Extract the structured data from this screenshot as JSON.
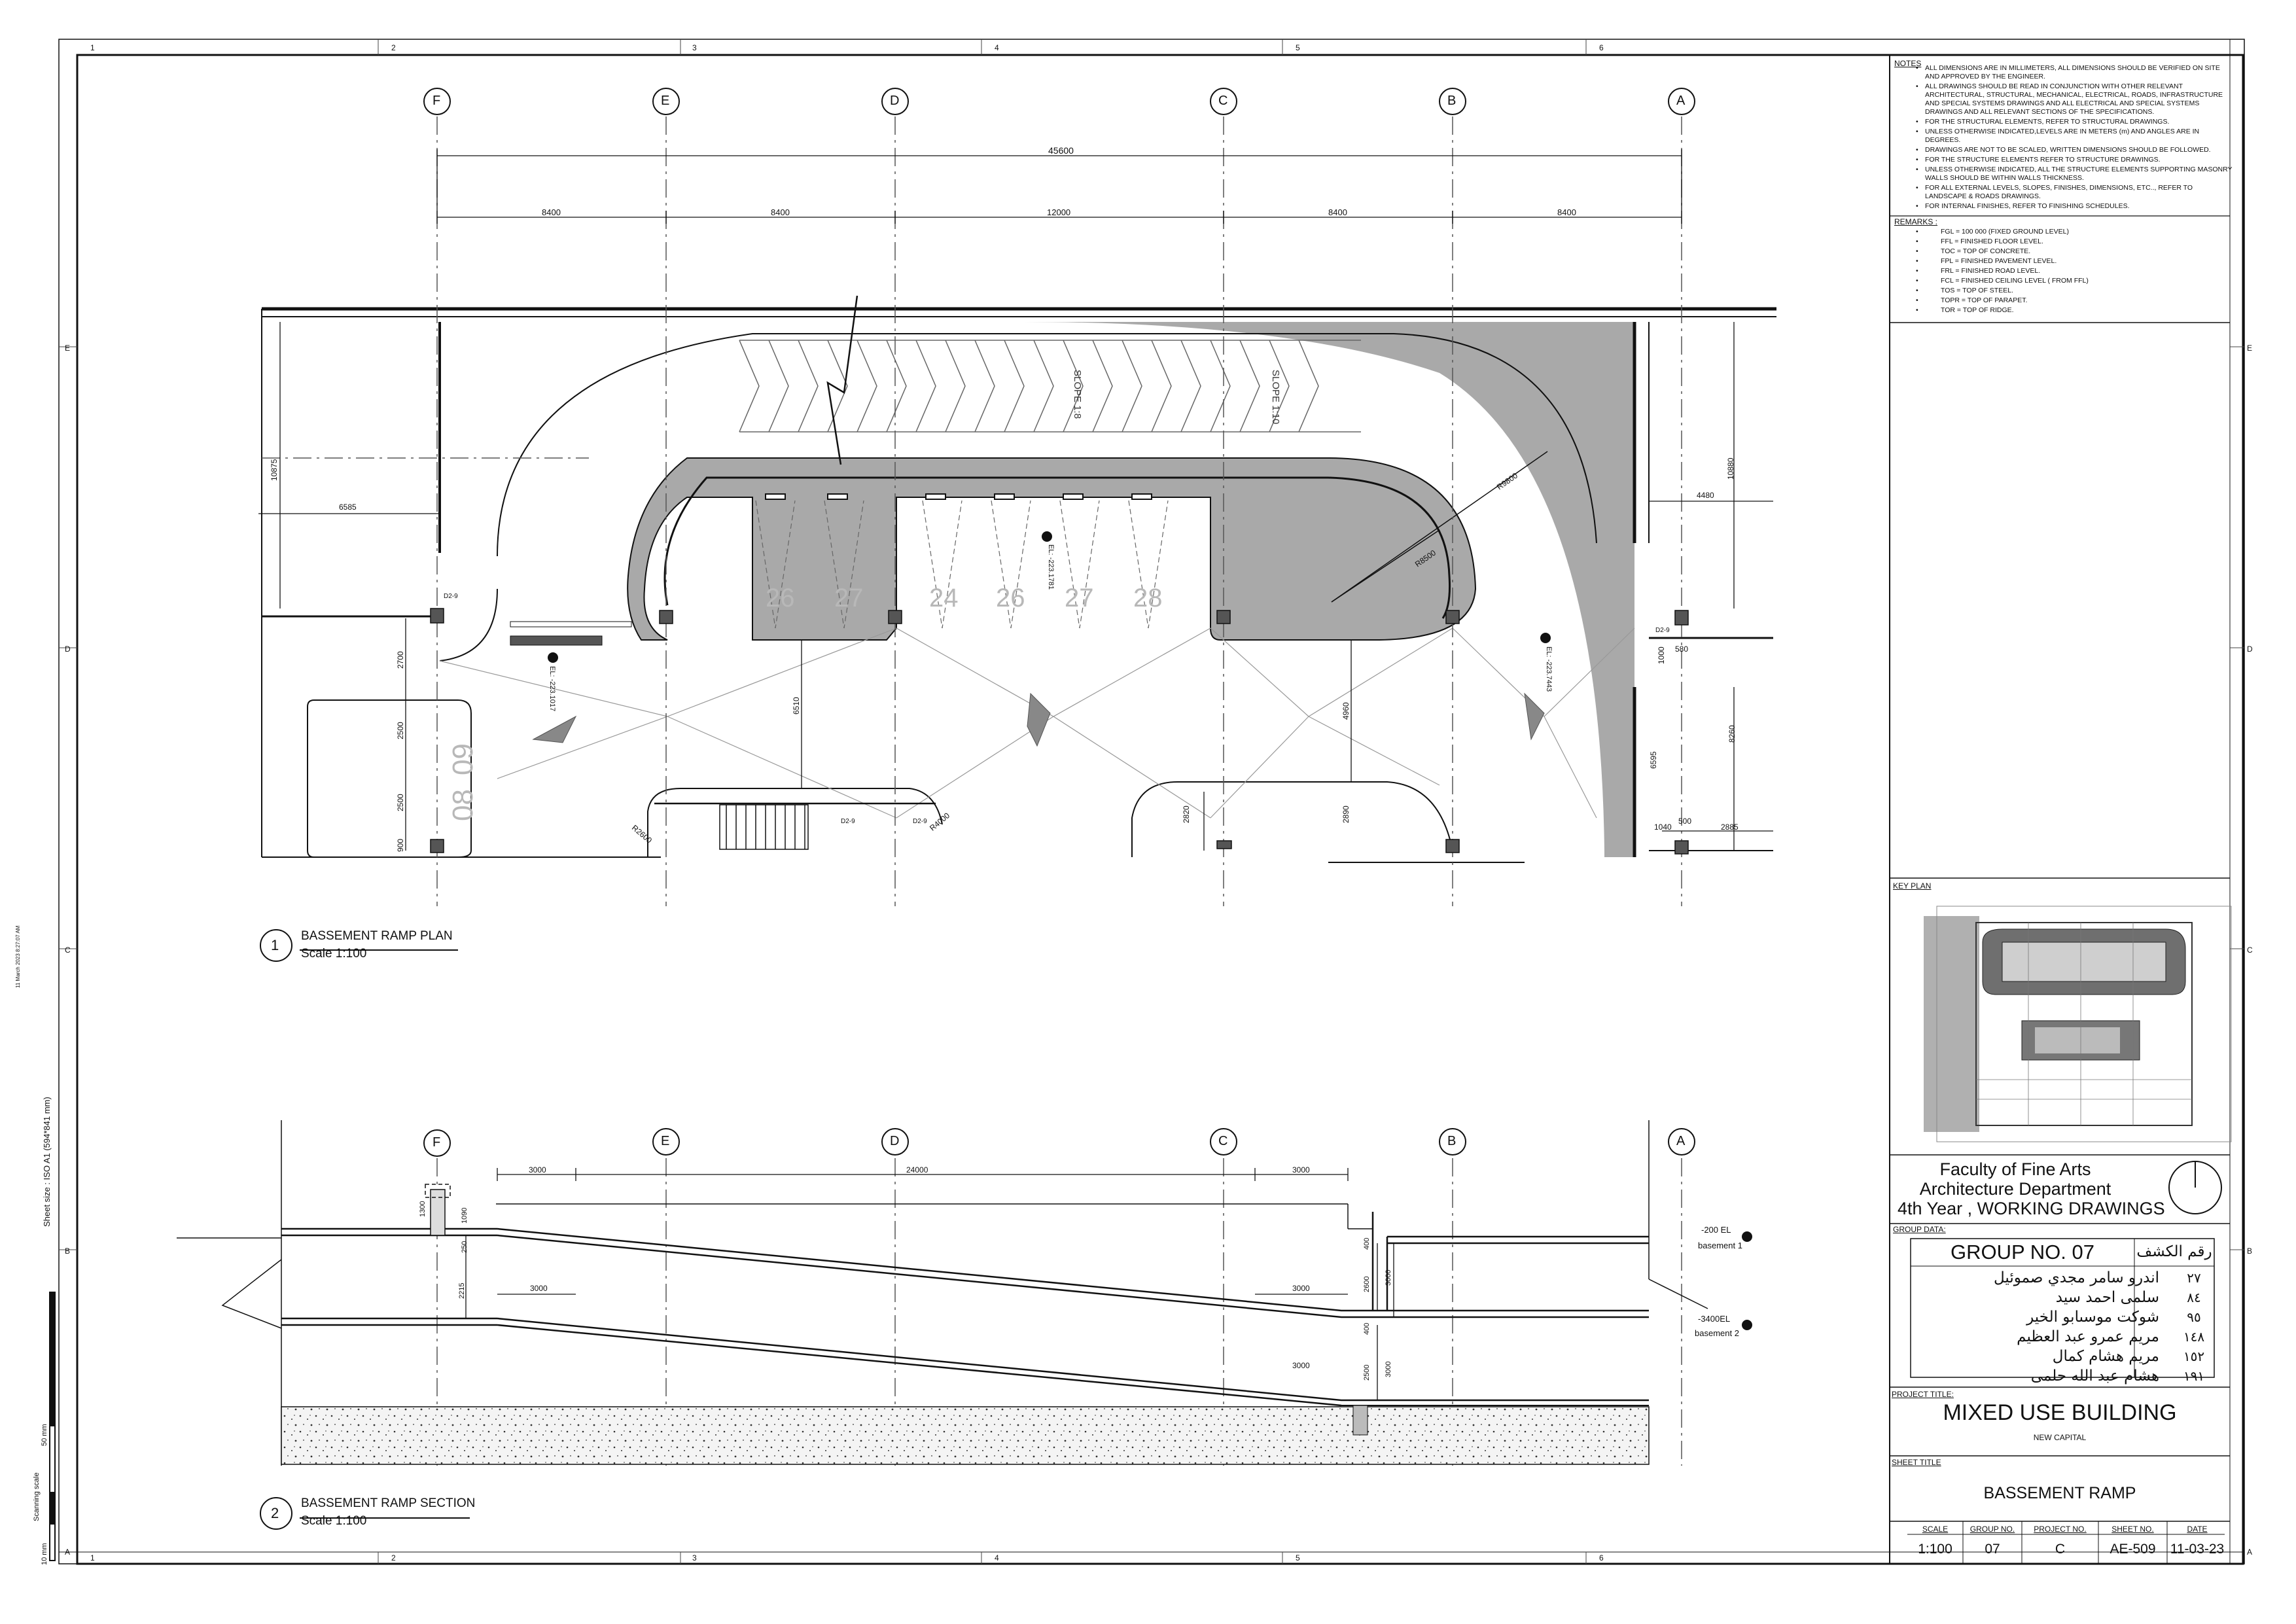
{
  "sheet_border": {
    "columns": [
      "1",
      "2",
      "3",
      "4",
      "5",
      "6"
    ],
    "rows": [
      "E",
      "D",
      "C",
      "B",
      "A"
    ],
    "side_print_date": "11 March 2023 8:27:07 AM",
    "sheet_size": "Sheet size : ISO A1 (594*841 mm)",
    "scanning_scale": "Scanning scale",
    "scale_50mm": "50 mm",
    "scale_10mm": "10 mm"
  },
  "notes": {
    "title": "NOTES",
    "items": [
      "ALL DIMENSIONS ARE IN MILLIMETERS, ALL DIMENSIONS SHOULD BE VERIFIED ON SITE AND APPROVED BY THE ENGINEER.",
      "ALL DRAWINGS SHOULD BE READ IN CONJUNCTION WITH OTHER RELEVANT ARCHITECTURAL, STRUCTURAL, MECHANICAL, ELECTRICAL, ROADS, INFRASTRUCTURE AND SPECIAL SYSTEMS DRAWINGS AND ALL ELECTRICAL AND SPECIAL SYSTEMS DRAWINGS AND ALL RELEVANT SECTIONS OF THE SPECIFICATIONS.",
      "FOR THE STRUCTURAL ELEMENTS, REFER TO STRUCTURAL DRAWINGS.",
      "UNLESS OTHERWISE INDICATED,LEVELS ARE IN METERS (m) AND ANGLES ARE IN DEGREES.",
      "DRAWINGS ARE NOT TO BE SCALED, WRITTEN DIMENSIONS SHOULD BE FOLLOWED.",
      "FOR THE STRUCTURE ELEMENTS REFER TO STRUCTURE  DRAWINGS.",
      "UNLESS OTHERWISE INDICATED, ALL THE STRUCTURE ELEMENTS SUPPORTING MASONRY WALLS SHOULD BE WITHIN WALLS  THICKNESS.",
      "FOR ALL EXTERNAL LEVELS, SLOPES, FINISHES, DIMENSIONS, ETC.., REFER TO LANDSCAPE & ROADS DRAWINGS.",
      "FOR INTERNAL FINISHES, REFER TO FINISHING  SCHEDULES."
    ]
  },
  "remarks": {
    "title": "REMARKS :",
    "items": [
      "FGL = 100 000 (FIXED GROUND LEVEL)",
      "FFL = FINISHED FLOOR LEVEL.",
      "TOC = TOP OF CONCRETE.",
      "FPL = FINISHED PAVEMENT LEVEL.",
      "FRL = FINISHED ROAD LEVEL.",
      "FCL = FINISHED CEILING LEVEL ( FROM FFL)",
      "TOS = TOP OF STEEL.",
      "TOPR = TOP OF PARAPET.",
      "TOR = TOP OF RIDGE."
    ]
  },
  "key_plan": {
    "title": "KEY PLAN"
  },
  "institution": {
    "line1": "Faculty of Fine Arts",
    "line2": "Architecture Department",
    "line3": "4th Year , WORKING DRAWINGS"
  },
  "group_data": {
    "label": "GROUP DATA:",
    "group_title": "GROUP NO. 07",
    "id_header": "رقم الكشف",
    "members": [
      {
        "name": "اندرو سامر مجدي صموئيل",
        "id": "٢٧"
      },
      {
        "name": "سلمى احمد سيد",
        "id": "٨٤"
      },
      {
        "name": "شوكت موسىابو الخير",
        "id": "٩٥"
      },
      {
        "name": "مريم عمرو عبد العظيم",
        "id": "١٤٨"
      },
      {
        "name": "مريم هشام كمال",
        "id": "١٥٢"
      },
      {
        "name": "هشام عبد الله حلمى",
        "id": "١٩١"
      }
    ]
  },
  "project": {
    "label": "PROJECT TITLE:",
    "title": "MIXED USE BUILDING",
    "subtitle": "NEW CAPITAL"
  },
  "sheet_title": {
    "label": "SHEET TITLE",
    "title": "BASSEMENT RAMP"
  },
  "info_table": {
    "headers": [
      "SCALE",
      "GROUP NO.",
      "PROJECT NO.",
      "SHEET NO.",
      "DATE"
    ],
    "values": [
      "1:100",
      "07",
      "C",
      "AE-509",
      "11-03-23"
    ]
  },
  "plan": {
    "grid_labels": [
      "F",
      "E",
      "D",
      "C",
      "B",
      "A"
    ],
    "overall_dim": "45600",
    "bay_dims": [
      "8400",
      "8400",
      "12000",
      "8400",
      "8400"
    ],
    "title": "BASSEMENT RAMP PLAN",
    "scale": "Scale 1:100",
    "number": "1",
    "slopes": [
      "SLOPE 1:8",
      "SLOPE 1:10"
    ],
    "parking_numbers": [
      "26",
      "27",
      "24",
      "26",
      "27",
      "28"
    ],
    "dims": {
      "d10875": "10875",
      "d6585": "6585",
      "d2700": "2700",
      "d2500a": "2500",
      "d2500b": "2500",
      "d900": "900",
      "d6510": "6510",
      "d4960": "4960",
      "d2820": "2820",
      "d2890": "2890",
      "d10880": "10880",
      "d4480": "4480",
      "d580": "580",
      "d1000": "1000",
      "d8260": "8260",
      "d6595": "6595",
      "d1040": "1040",
      "d500": "500",
      "d2885": "2885",
      "r9800": "R9800",
      "r8500": "R8500",
      "r2600": "R2600",
      "r4000": "R4000"
    },
    "levels": [
      "EL: -223.1017",
      "EL: -223.1781",
      "EL: -223.7443"
    ],
    "stall_numbers": [
      "09",
      "08"
    ],
    "door_tags": [
      "D2-9",
      "D2-9",
      "D2-9",
      "D2-9"
    ]
  },
  "section": {
    "grid_labels": [
      "F",
      "E",
      "D",
      "C",
      "B",
      "A"
    ],
    "title": "BASSEMENT RAMP SECTION",
    "scale": "Scale 1:100",
    "number": "2",
    "dims": {
      "d3000a": "3000",
      "d24000": "24000",
      "d3000b": "3000",
      "d1300": "1300",
      "d1090": "1090",
      "d250": "250",
      "d2215": "2215",
      "d3000c": "3000",
      "d3000d": "3000",
      "d3000e": "3000",
      "d2600a": "2600",
      "d3000f": "3000",
      "d400a": "400",
      "d400b": "400",
      "d2500": "2500",
      "d3000g": "3000"
    },
    "levels": [
      {
        "value": "-200   EL",
        "name": "basement 1"
      },
      {
        "value": "-3400EL",
        "name": "basement 2"
      }
    ]
  },
  "colors": {
    "shade": "#a9a9a9",
    "line": "#111111",
    "grid": "#555555"
  }
}
